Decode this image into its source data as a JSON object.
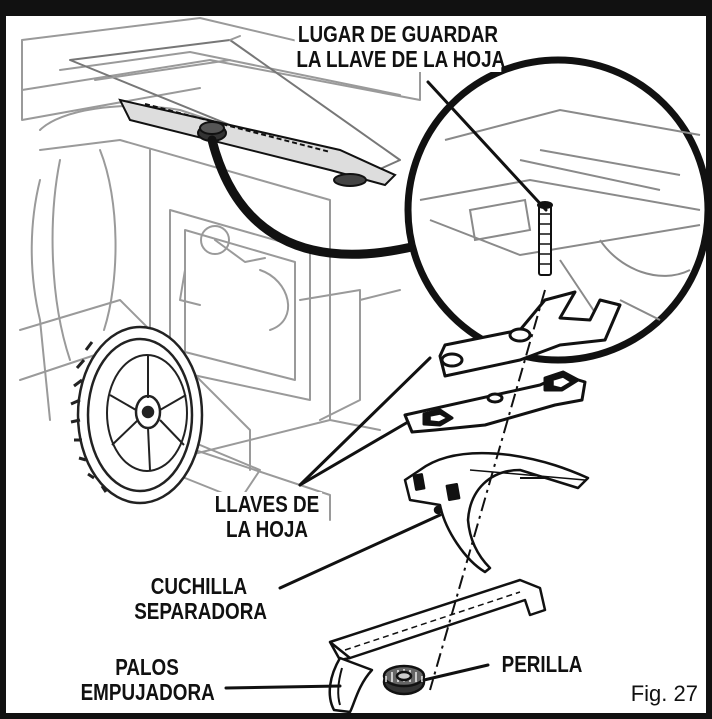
{
  "labels": {
    "storage_line1": "LUGAR DE GUARDAR",
    "storage_line2": "LA LLAVE DE LA HOJA",
    "wrenches_line1": "LLAVES DE",
    "wrenches_line2": "LA HOJA",
    "riving_line1": "CUCHILLA",
    "riving_line2": "SEPARADORA",
    "push_line1": "PALOS",
    "push_line2": "EMPUJADORA",
    "knob": "PERILLA"
  },
  "figure": "Fig. 27"
}
